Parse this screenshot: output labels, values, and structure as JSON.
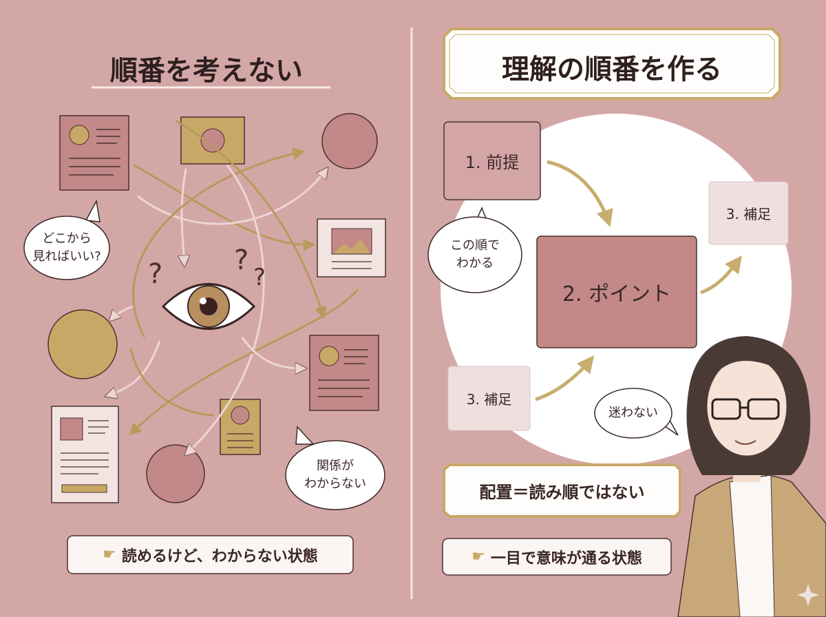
{
  "left": {
    "title": "順番を考えない",
    "bubble_top": "どこから\n見ればいい?",
    "bubble_bottom": "関係が\nわからない",
    "question_marks": [
      "?",
      "?",
      "?"
    ],
    "footer": {
      "icon": "pointing-hand-icon",
      "text": "読めるけど、わからない状態"
    }
  },
  "right": {
    "title": "理解の順番を作る",
    "step1": "1. 前提",
    "step2": "2. ポイント",
    "step3_right": "3. 補足",
    "step3_left": "3. 補足",
    "bubble_order": "この順で\nわかる",
    "bubble_woman": "迷わない",
    "banner": "配置＝読み順ではない",
    "footer": {
      "icon": "pointing-hand-icon",
      "text": "一目で意味が通る状態"
    }
  },
  "colors": {
    "background": "#d4a7a7",
    "rose": "#c38888",
    "gold": "#c8a866",
    "cream": "#f1e4e1",
    "ink": "#3a2626"
  }
}
